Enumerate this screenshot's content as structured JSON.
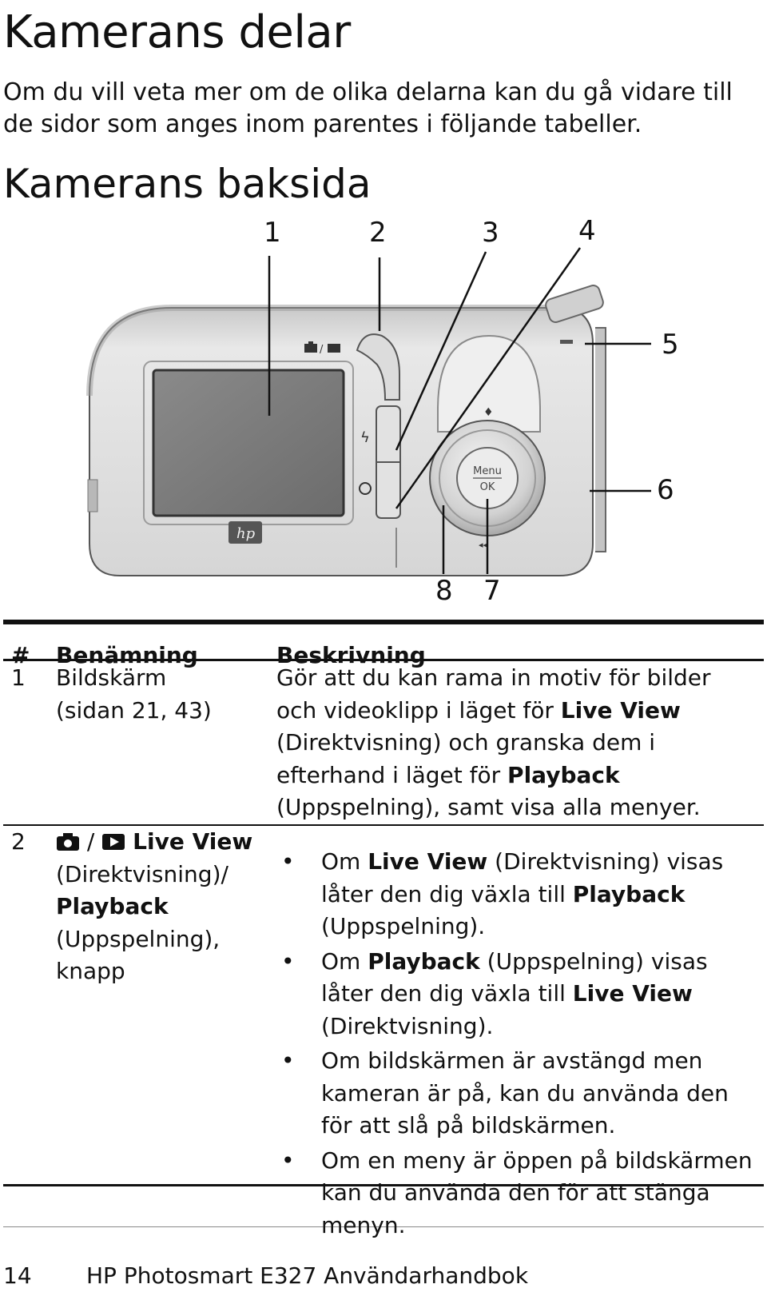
{
  "title": "Kamerans delar",
  "intro": "Om du vill veta mer om de olika delarna kan du gå vidare till de sidor som anges inom parentes i följande tabeller.",
  "section_title": "Kamerans baksida",
  "callouts": [
    "1",
    "2",
    "3",
    "4",
    "5",
    "6",
    "7",
    "8"
  ],
  "camera": {
    "menu_label_top": "Menu",
    "menu_label_bottom": "OK",
    "logo": "hp"
  },
  "table": {
    "headers": {
      "num": "#",
      "name": "Benämning",
      "desc": "Beskrivning"
    },
    "row1": {
      "num": "1",
      "name_line1": "Bildskärm",
      "name_line2": "(sidan 21, 43)",
      "desc_a": "Gör att du kan rama in motiv för bilder och videoklipp i läget för ",
      "desc_b": "Live View",
      "desc_c": " (Direktvisning) och granska dem i efterhand i läget för ",
      "desc_d": "Playback",
      "desc_e": " (Uppspelning), samt visa alla menyer."
    },
    "row2": {
      "num": "2",
      "icon_camera": "camera-icon",
      "icon_play": "playback-icon",
      "slash": "/",
      "name_bold1": "Live View",
      "name_line2": "(Direktvisning)/",
      "name_bold2": "Playback",
      "name_line4": "(Uppspelning),",
      "name_line5": "knapp",
      "bullets": [
        {
          "a": "Om ",
          "b": "Live View",
          "c": " (Direktvisning) visas låter den dig växla till ",
          "d": "Playback",
          "e": " (Uppspelning)."
        },
        {
          "a": "Om ",
          "b": "Playback",
          "c": " (Uppspelning) visas låter den dig växla till ",
          "d": "Live View",
          "e": " (Direktvisning)."
        },
        {
          "a": "Om bildskärmen är avstängd men kameran är på, kan du använda den för att slå på bildskärmen."
        },
        {
          "a": "Om en meny är öppen på bildskärmen kan du använda den för att stänga menyn."
        }
      ]
    }
  },
  "footer": {
    "page": "14",
    "text": "HP Photosmart E327 Användarhandbok"
  }
}
